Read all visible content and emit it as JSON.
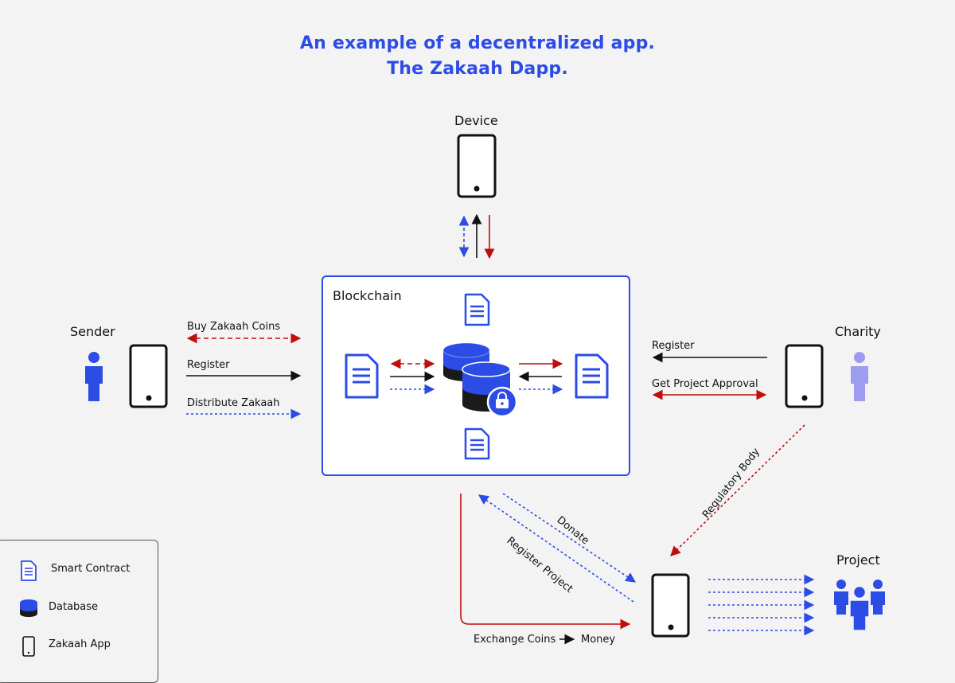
{
  "title": {
    "line1": "An example of a decentralized app.",
    "line2": "The Zakaah Dapp."
  },
  "nodes": {
    "device": "Device",
    "sender": "Sender",
    "charity": "Charity",
    "project": "Project",
    "blockchain": "Blockchain"
  },
  "sender_arrows": {
    "buy": "Buy Zakaah Coins",
    "register": "Register",
    "distribute": "Distribute Zakaah"
  },
  "charity_arrows": {
    "register": "Register",
    "approval": "Get Project Approval"
  },
  "flow_labels": {
    "regulatory": "Regulatory Body",
    "donate": "Donate",
    "register_project": "Register Project",
    "exchange": "Exchange Coins",
    "money": "Money"
  },
  "legend": {
    "smart_contract": "Smart Contract",
    "database": "Database",
    "zakaah_app": "Zakaah App"
  },
  "colors": {
    "blue": "#2c4ce6",
    "red": "#c10d0d",
    "black": "#111111",
    "lavender": "#9d9cf0"
  }
}
